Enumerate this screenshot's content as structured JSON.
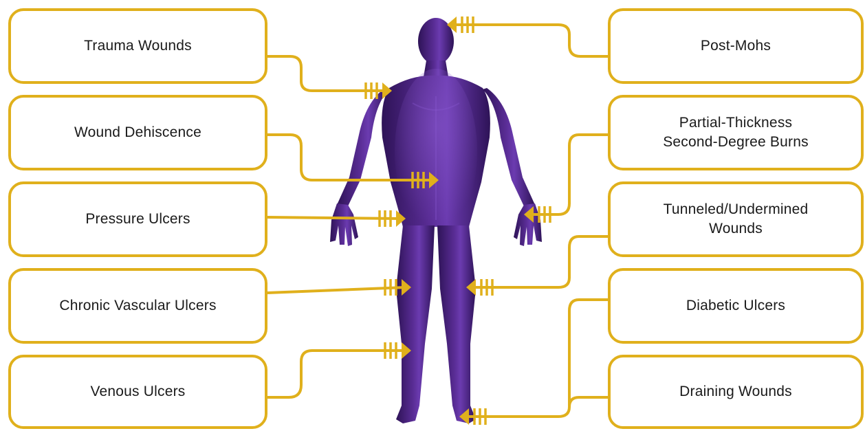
{
  "colors": {
    "accent": "#e0b01c",
    "figure": "#4a2480",
    "figure_highlight": "#7a4cc0",
    "text": "#1a1a1a"
  },
  "labels": {
    "left": [
      "Trauma Wounds",
      "Wound Dehiscence",
      "Pressure Ulcers",
      "Chronic Vascular Ulcers",
      "Venous Ulcers"
    ],
    "right": [
      "Post-Mohs",
      "Partial-Thickness\nSecond-Degree Burns",
      "Tunneled/Undermined\nWounds",
      "Diabetic Ulcers",
      "Draining Wounds"
    ]
  },
  "figure_icon": "human-body-silhouette",
  "connector_icon": "arrow-with-tally-icon"
}
